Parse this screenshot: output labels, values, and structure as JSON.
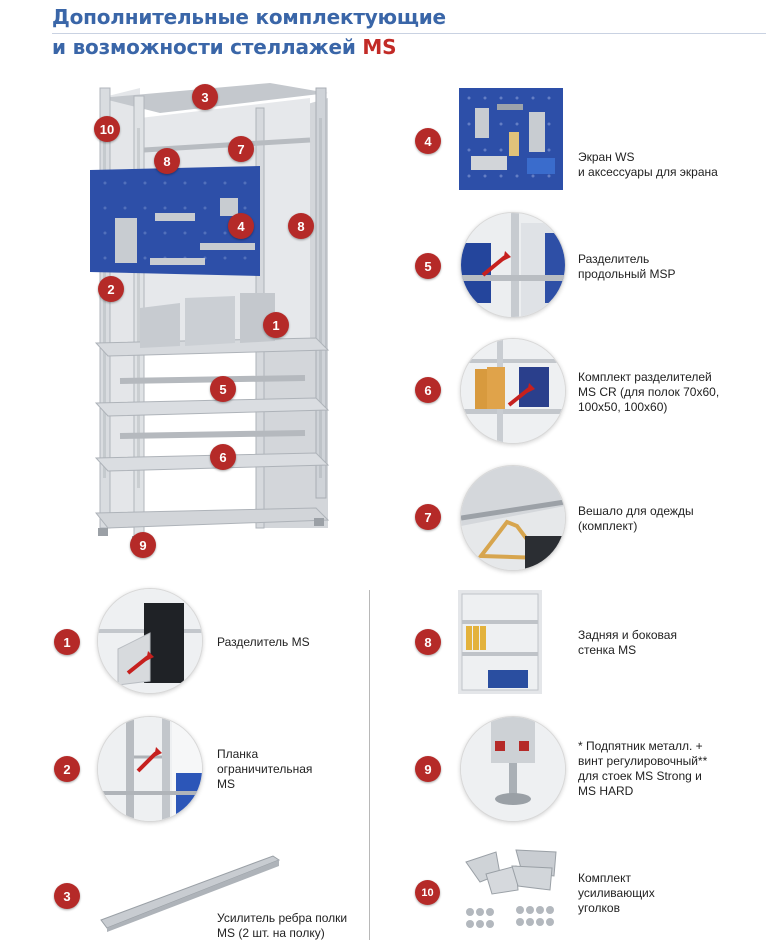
{
  "header": {
    "title_line1": "Дополнительные комплектующие",
    "title_line2": "и возможности стеллажей",
    "title_accent": "MS"
  },
  "main_badges": [
    "3",
    "10",
    "7",
    "8",
    "4",
    "8",
    "2",
    "1",
    "5",
    "6",
    "9"
  ],
  "items": [
    {
      "num": "4",
      "lines": [
        "Экран WS",
        "и аксессуары для экрана"
      ]
    },
    {
      "num": "5",
      "lines": [
        "Разделитель",
        "продольный MSP"
      ]
    },
    {
      "num": "6",
      "lines": [
        "Комплект разделителей",
        "MS CR (для полок 70х60,",
        "100х50, 100х60)"
      ]
    },
    {
      "num": "7",
      "lines": [
        "Вешало для одежды",
        "(комплект)"
      ]
    },
    {
      "num": "1",
      "lines": [
        "Разделитель MS"
      ]
    },
    {
      "num": "8",
      "lines": [
        "Задняя и боковая",
        "стенка MS"
      ]
    },
    {
      "num": "2",
      "lines": [
        "Планка",
        "ограничительная",
        "MS"
      ]
    },
    {
      "num": "9",
      "lines": [
        "* Подпятник металл. +",
        "винт регулировочный**",
        "для стоек MS Strong и",
        "MS HARD"
      ]
    },
    {
      "num": "3",
      "lines": [
        "Усилитель ребра полки",
        "MS (2 шт. на полку)"
      ]
    },
    {
      "num": "10",
      "lines": [
        "Комплект",
        "усиливающих",
        "уголков"
      ]
    }
  ],
  "colors": {
    "title_blue": "#3a66a8",
    "accent_red": "#c22a26",
    "badge_red": "#b52a28",
    "panel_blue": "#2d4fa8"
  }
}
